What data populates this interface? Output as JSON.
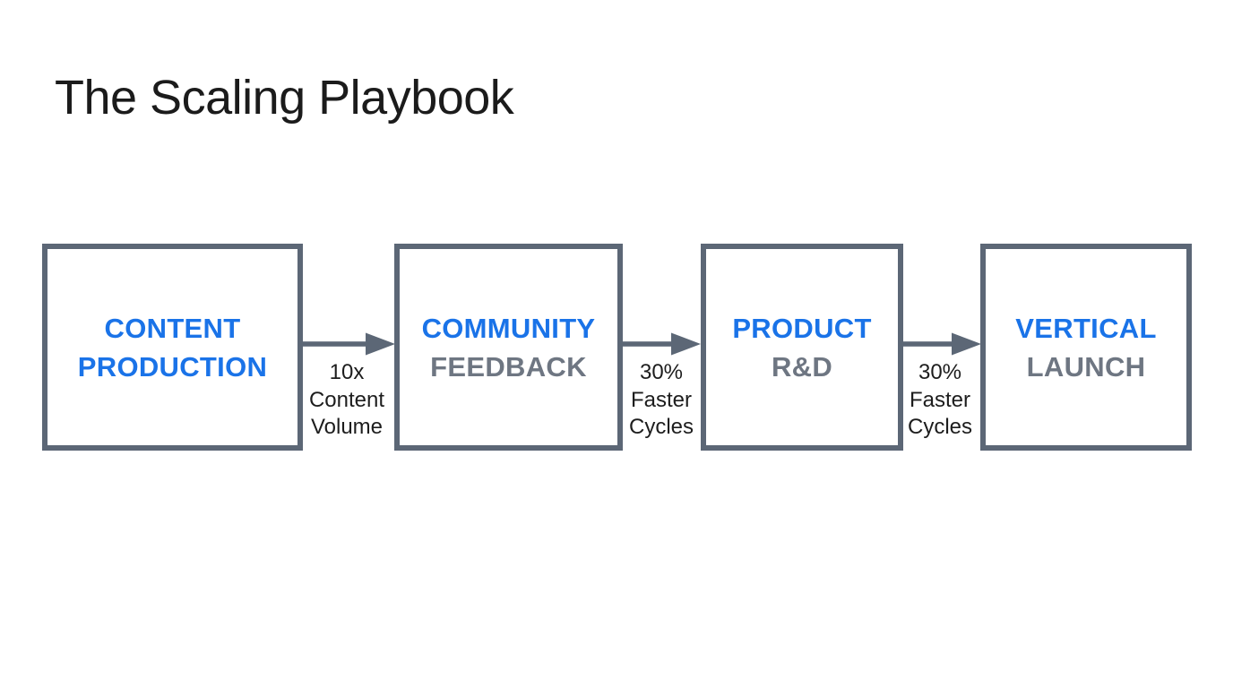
{
  "title": "The Scaling Playbook",
  "colors": {
    "accent_blue": "#1a73e8",
    "shape_gray": "#5c6776",
    "muted_text_gray": "#6e7682",
    "text_black": "#1d1d1d",
    "background": "#ffffff"
  },
  "flow": {
    "boxes": [
      {
        "line1": "CONTENT",
        "line2": "PRODUCTION",
        "line2_style": "accent"
      },
      {
        "line1": "COMMUNITY",
        "line2": "FEEDBACK",
        "line2_style": "muted"
      },
      {
        "line1": "PRODUCT",
        "line2": "R&D",
        "line2_style": "muted"
      },
      {
        "line1": "VERTICAL",
        "line2": "LAUNCH",
        "line2_style": "muted"
      }
    ],
    "connectors": [
      {
        "label_lines": [
          "10x",
          "Content",
          "Volume"
        ]
      },
      {
        "label_lines": [
          "30%",
          "Faster",
          "Cycles"
        ]
      },
      {
        "label_lines": [
          "30%",
          "Faster",
          "Cycles"
        ]
      }
    ]
  }
}
